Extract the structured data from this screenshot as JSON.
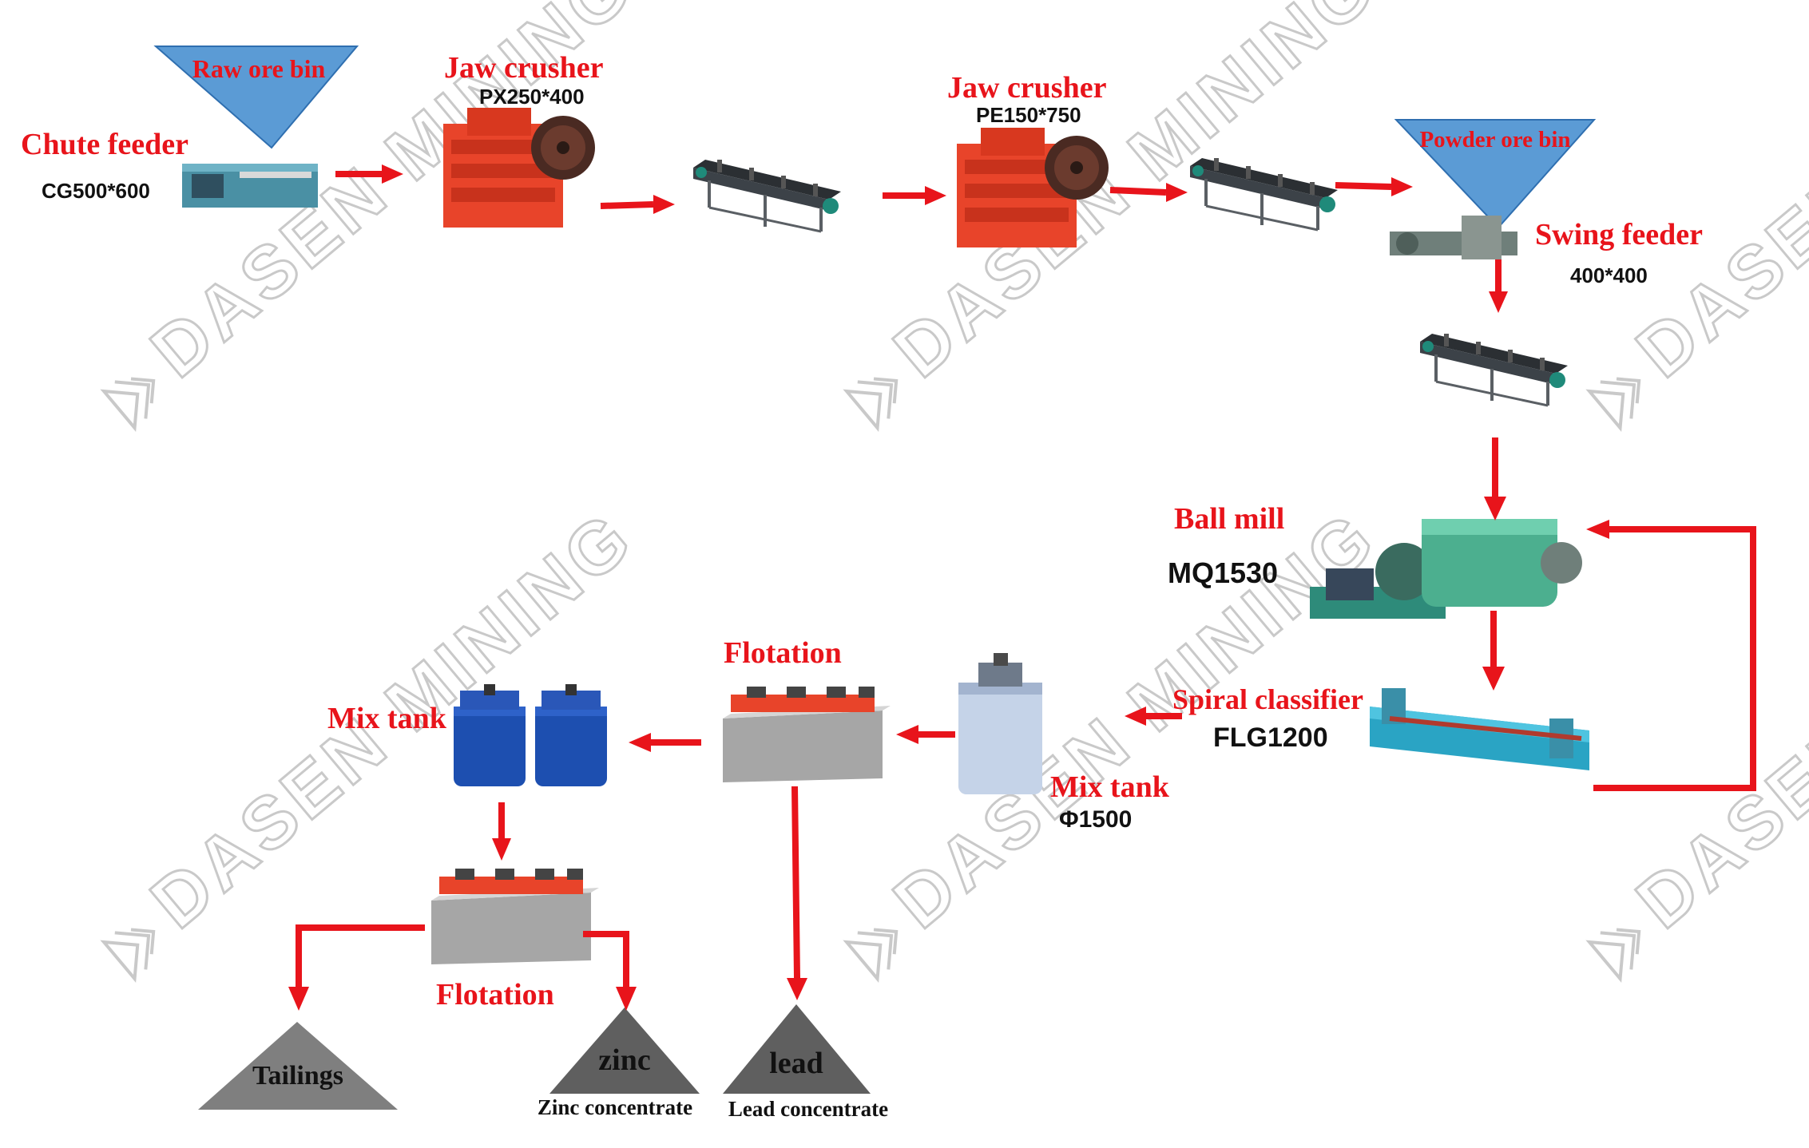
{
  "watermark": {
    "text": "DASEN MINING",
    "logo": "dasen-logo-icon"
  },
  "equipment": {
    "raw_ore_bin": {
      "label": "Raw ore bin"
    },
    "chute_feeder": {
      "label": "Chute feeder",
      "model": "CG500*600"
    },
    "jaw_crusher_1": {
      "label": "Jaw crusher",
      "model": "PX250*400"
    },
    "jaw_crusher_2": {
      "label": "Jaw crusher",
      "model": "PE150*750"
    },
    "powder_ore_bin": {
      "label": "Powder ore bin"
    },
    "swing_feeder": {
      "label": "Swing feeder",
      "model": "400*400"
    },
    "ball_mill": {
      "label": "Ball mill",
      "model": "MQ1530"
    },
    "spiral_classifier": {
      "label": "Spiral classifier",
      "model": "FLG1200"
    },
    "mix_tank_1": {
      "label": "Mix tank",
      "model": "Φ1500"
    },
    "flotation_1": {
      "label": "Flotation"
    },
    "mix_tank_2": {
      "label": "Mix tank"
    },
    "flotation_2": {
      "label": "Flotation"
    }
  },
  "products": {
    "tailings": {
      "label": "Tailings"
    },
    "zinc": {
      "label": "zinc",
      "caption": "Zinc  concentrate"
    },
    "lead": {
      "label": "lead",
      "caption": "Lead concentrate"
    }
  },
  "colors": {
    "arrow": "#e8141b",
    "label_red": "#e8141b",
    "bin_blue": "#5b9bd5",
    "machine_orange": "#e8442a",
    "product_gray": "#6f6f6f",
    "watermark": "#c9c9c9"
  }
}
